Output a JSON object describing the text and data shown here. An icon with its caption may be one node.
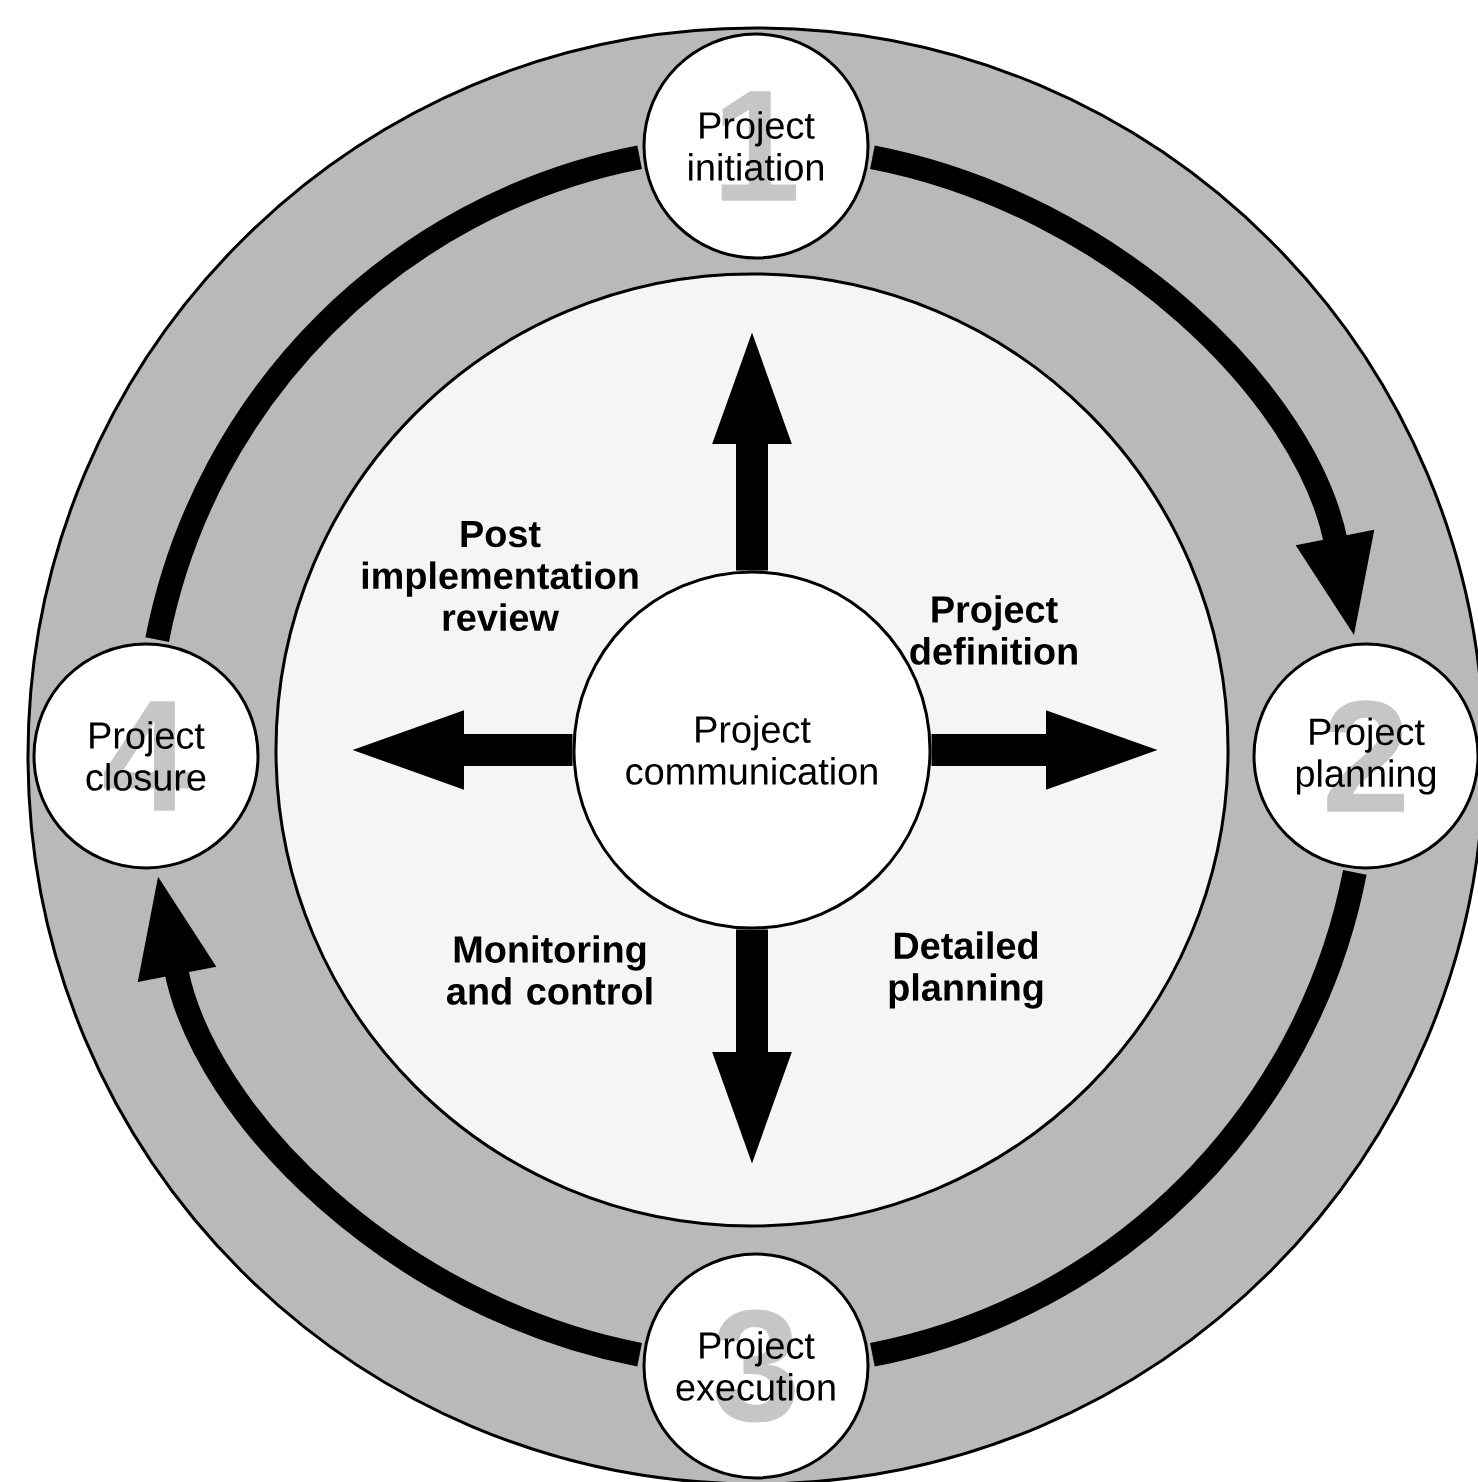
{
  "diagram": {
    "nodes": [
      {
        "text": [
          "Project initiation",
          "1"
        ]
      },
      {
        "text": [
          "Project planning",
          "2"
        ]
      },
      {
        "text": [
          "Project execution",
          "3"
        ]
      },
      {
        "text": [
          "Project closure",
          "4"
        ]
      },
      {
        "text": [
          "Project communication"
        ]
      }
    ],
    "edges": [
      {
        "from": 0,
        "to": 1,
        "arrow": "to"
      },
      {
        "from": 1,
        "to": 2,
        "arrow": "none"
      },
      {
        "from": 2,
        "to": 3,
        "arrow": "to"
      },
      {
        "from": 3,
        "to": 0,
        "arrow": "none"
      },
      {
        "from": 4,
        "to": null,
        "arrow": "to"
      },
      {
        "from": 4,
        "to": null,
        "arrow": "to"
      },
      {
        "from": 4,
        "to": null,
        "arrow": "to"
      },
      {
        "from": 4,
        "to": null,
        "arrow": "to"
      }
    ],
    "labels": [
      "Post implementation review",
      "Project definition",
      "Monitoring and control",
      "Detailed planning"
    ]
  }
}
